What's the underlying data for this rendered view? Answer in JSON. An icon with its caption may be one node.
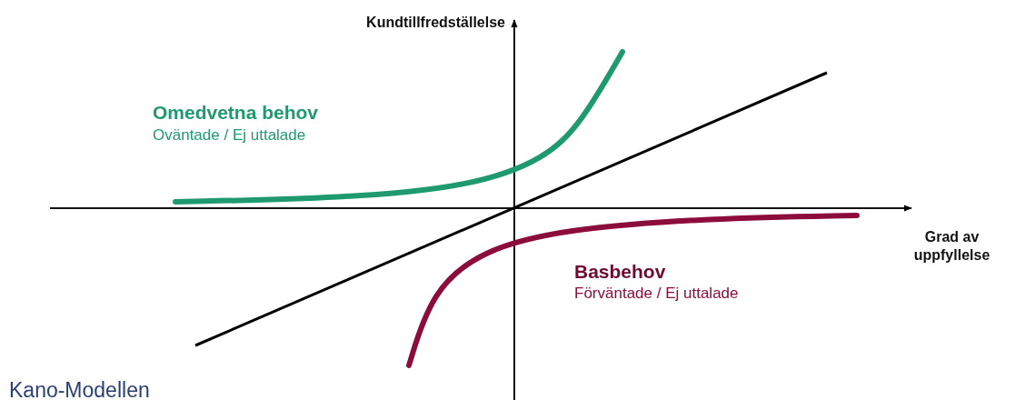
{
  "diagram": {
    "title": "Kano-Modellen",
    "labels": [
      "Kundtillfredställelse",
      "Omedvetna behov",
      "Oväntade / Ej uttalade",
      "Grad av uppfyllelse",
      "Basbehov",
      "Förväntade / Ej uttalade"
    ]
  }
}
